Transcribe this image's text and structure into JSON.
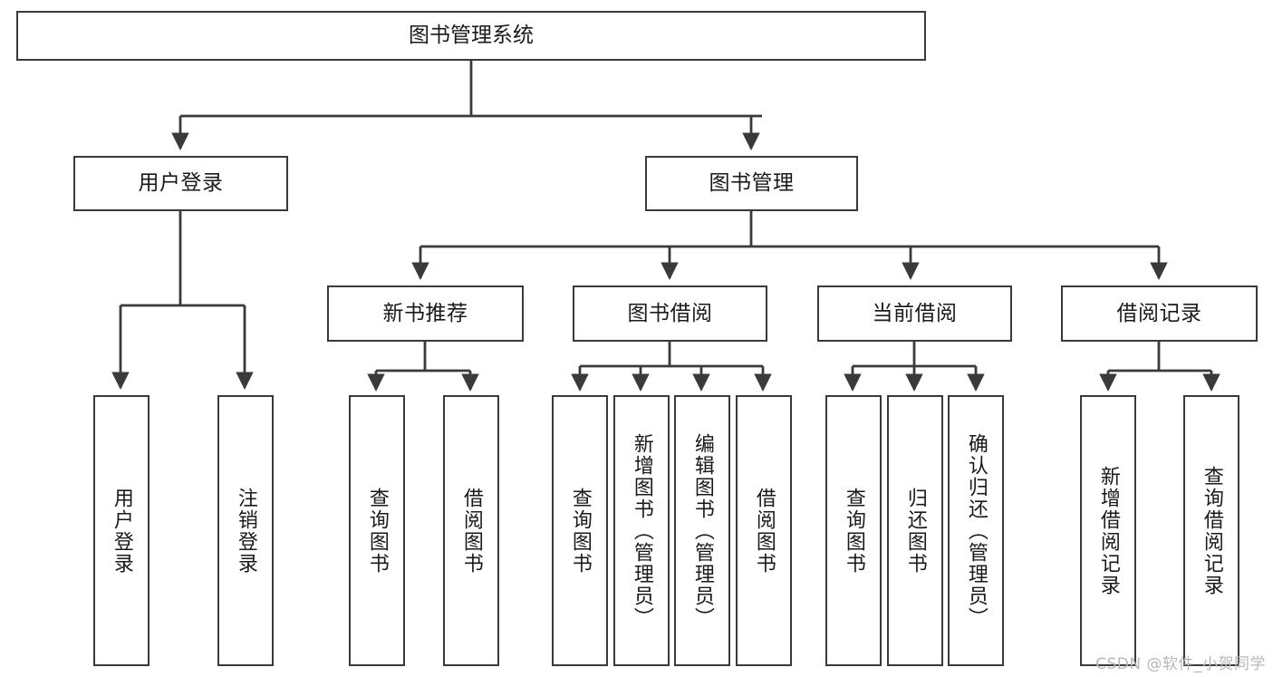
{
  "diagram": {
    "type": "tree",
    "title": "图书管理系统",
    "watermark": "CSDN @软件_小贺同学",
    "colors": {
      "box_border": "#3a3a3a",
      "box_fill": "#ffffff",
      "edge": "#3a3a3a",
      "text": "#1a1a1a",
      "watermark": "#b8b8b8"
    },
    "nodes": {
      "root": {
        "label": "图书管理系统",
        "orientation": "horizontal"
      },
      "l1": [
        {
          "id": "user_login",
          "label": "用户登录",
          "orientation": "horizontal"
        },
        {
          "id": "book_mgmt",
          "label": "图书管理",
          "orientation": "horizontal"
        }
      ],
      "l2": [
        {
          "id": "new_book_rec",
          "label": "新书推荐",
          "orientation": "horizontal",
          "parent": "book_mgmt"
        },
        {
          "id": "book_borrow",
          "label": "图书借阅",
          "orientation": "horizontal",
          "parent": "book_mgmt"
        },
        {
          "id": "current_borrow",
          "label": "当前借阅",
          "orientation": "horizontal",
          "parent": "book_mgmt"
        },
        {
          "id": "borrow_record",
          "label": "借阅记录",
          "orientation": "horizontal",
          "parent": "book_mgmt"
        }
      ],
      "leaves": [
        {
          "id": "leaf_user_login",
          "label": "用户登录",
          "orientation": "vertical",
          "parent": "user_login"
        },
        {
          "id": "leaf_logout",
          "label": "注销登录",
          "orientation": "vertical",
          "parent": "user_login"
        },
        {
          "id": "leaf_query_book_1",
          "label": "查询图书",
          "orientation": "vertical",
          "parent": "new_book_rec"
        },
        {
          "id": "leaf_borrow_book_1",
          "label": "借阅图书",
          "orientation": "vertical",
          "parent": "new_book_rec"
        },
        {
          "id": "leaf_query_book_2",
          "label": "查询图书",
          "orientation": "vertical",
          "parent": "book_borrow"
        },
        {
          "id": "leaf_add_book",
          "label": "新增图书（管理员）",
          "orientation": "vertical",
          "parent": "book_borrow"
        },
        {
          "id": "leaf_edit_book",
          "label": "编辑图书（管理员）",
          "orientation": "vertical",
          "parent": "book_borrow"
        },
        {
          "id": "leaf_borrow_book_2",
          "label": "借阅图书",
          "orientation": "vertical",
          "parent": "book_borrow"
        },
        {
          "id": "leaf_query_book_3",
          "label": "查询图书",
          "orientation": "vertical",
          "parent": "current_borrow"
        },
        {
          "id": "leaf_return_book",
          "label": "归还图书",
          "orientation": "vertical",
          "parent": "current_borrow"
        },
        {
          "id": "leaf_confirm_return",
          "label": "确认归还（管理员）",
          "orientation": "vertical",
          "parent": "current_borrow"
        },
        {
          "id": "leaf_add_record",
          "label": "新增借阅记录",
          "orientation": "vertical",
          "parent": "borrow_record"
        },
        {
          "id": "leaf_query_record",
          "label": "查询借阅记录",
          "orientation": "vertical",
          "parent": "borrow_record"
        }
      ]
    }
  }
}
